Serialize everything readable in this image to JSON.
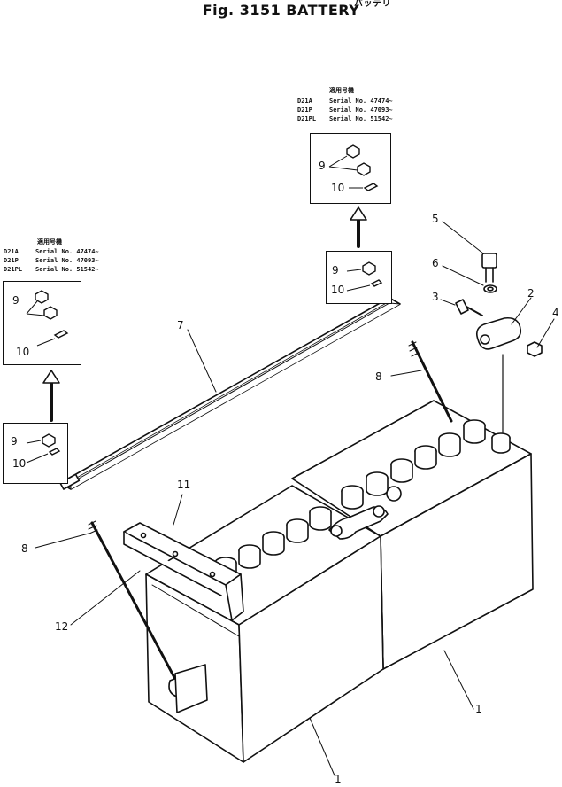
{
  "title": {
    "text": "Fig. 3151 BATTERY",
    "alt_text": "バッテリ"
  },
  "serial_blocks": {
    "top": {
      "header": "適用号機",
      "rows": [
        {
          "model": "D21A",
          "serial": "Serial No. 47474~"
        },
        {
          "model": "D21P",
          "serial": "Serial No. 47093~"
        },
        {
          "model": "D21PL",
          "serial": "Serial No. 51542~"
        }
      ]
    },
    "left": {
      "header": "適用号機",
      "rows": [
        {
          "model": "D21A",
          "serial": "Serial No. 47474~"
        },
        {
          "model": "D21P",
          "serial": "Serial No. 47093~"
        },
        {
          "model": "D21PL",
          "serial": "Serial No. 51542~"
        }
      ]
    }
  },
  "callouts": {
    "top_new_9": "9",
    "top_new_10": "10",
    "top_old_9": "9",
    "top_old_10": "10",
    "left_new_9": "9",
    "left_new_10": "10",
    "left_old_9": "9",
    "left_old_10": "10",
    "p1a": "1",
    "p1b": "1",
    "p2": "2",
    "p3": "3",
    "p4": "4",
    "p5": "5",
    "p6": "6",
    "p7": "7",
    "p8a": "8",
    "p8b": "8",
    "p11": "11",
    "p12": "12"
  }
}
